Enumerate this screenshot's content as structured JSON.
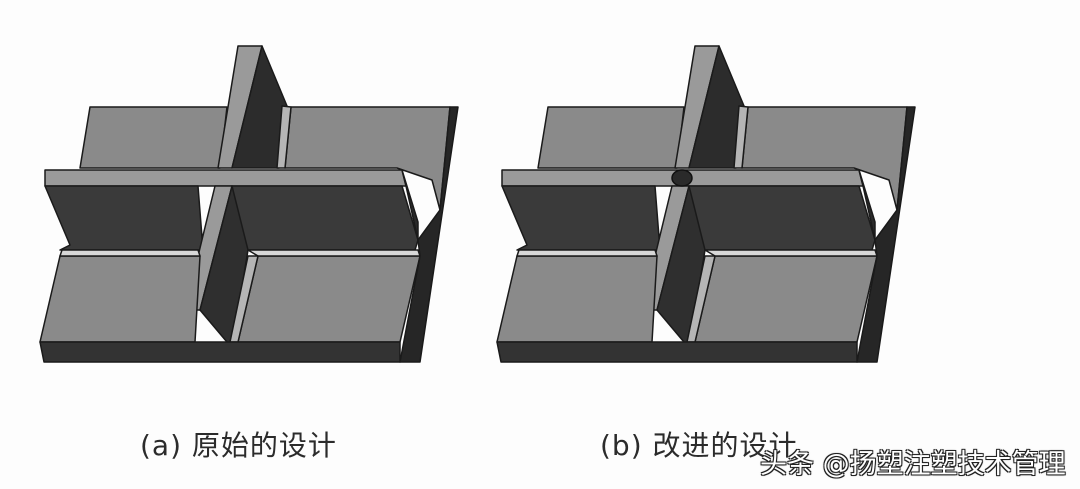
{
  "figures": [
    {
      "id": "a",
      "caption": "(a) 原始的设计",
      "has_center_hole": false
    },
    {
      "id": "b",
      "caption": "(b) 改进的设计",
      "has_center_hole": true
    }
  ],
  "watermark": "头条 @扬塑注塑技术管理",
  "colors": {
    "background": "#fdfdfd",
    "light_face": "#8a8a8a",
    "top_edge": "#9a9a9a",
    "dark_face": "#3a3a3a",
    "side_face": "#2a2a2a",
    "outline": "#1a1a1a",
    "highlight": "#d8d8d8"
  }
}
